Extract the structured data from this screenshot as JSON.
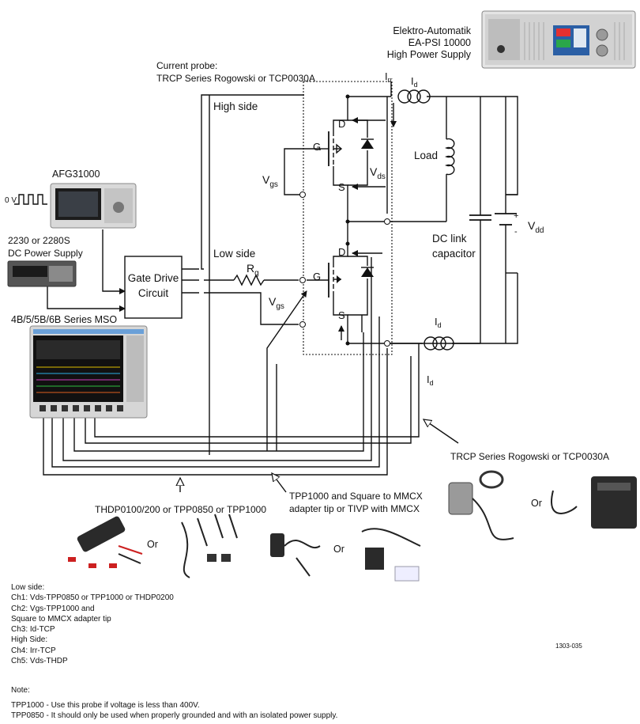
{
  "labels": {
    "supply_line1": "Elektro-Automatik",
    "supply_line2": "EA-PSI 10000",
    "supply_line3": "High Power Supply",
    "current_probe_line1": "Current probe:",
    "current_probe_line2": "TRCP Series Rogowski or TCP0030A",
    "high_side": "High side",
    "low_side": "Low side",
    "afg": "AFG31000",
    "zero_v": "0 V",
    "dc_supply_line1": "2230 or 2280S",
    "dc_supply_line2": "DC Power Supply",
    "gate_drive_line1": "Gate Drive",
    "gate_drive_line2": "Circuit",
    "mso": "4B/5/5B/6B Series MSO",
    "rg": "R",
    "rg_sub": "g",
    "vgs": "V",
    "vgs_sub": "gs",
    "vds": "V",
    "vds_sub": "ds",
    "irr": "I",
    "irr_sub": "rr",
    "id": "I",
    "id_sub": "d",
    "d": "D",
    "g": "G",
    "s": "S",
    "load": "Load",
    "vdd": "V",
    "vdd_sub": "dd",
    "plus": "+",
    "minus": "-",
    "dc_link_line1": "DC link",
    "dc_link_line2": "capacitor",
    "trcp": "TRCP Series Rogowski or TCP0030A",
    "thdp": "THDP0100/200 or TPP0850 or TPP1000",
    "tpp_line1": "TPP1000 and Square to MMCX",
    "tpp_line2": "adapter tip or TIVP with MMCX",
    "or": "Or",
    "figure_code": "1303-035"
  },
  "channels": [
    "Low side:",
    "Ch1: Vds-TPP0850 or TPP1000 or THDP0200",
    "Ch2: Vgs-TPP1000 and",
    "Square to MMCX adapter tip",
    "Ch3: Id-TCP",
    "High Side:",
    "Ch4: Irr-TCP",
    "Ch5: Vds-THDP"
  ],
  "note": {
    "title": "Note:",
    "tpp1000": "TPP1000 -  Use this probe if voltage is less than 400V.",
    "tpp0850": "TPP0850 -  It should only be used when properly grounded and with an isolated power supply."
  }
}
